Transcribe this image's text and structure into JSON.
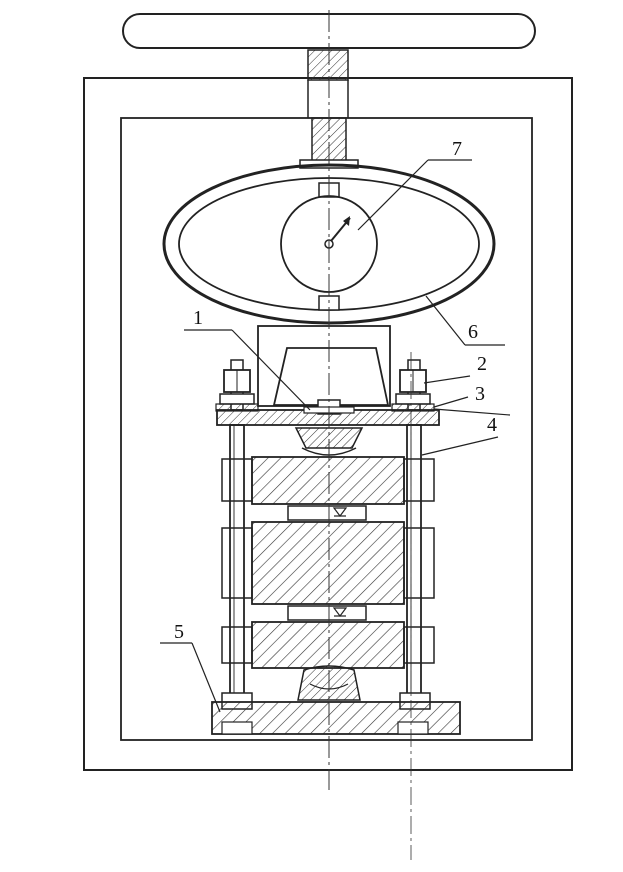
{
  "labels": {
    "l1": "1",
    "l2": "2",
    "l3": "3",
    "l4": "4",
    "l5": "5",
    "l6": "6",
    "l7": "7"
  },
  "colors": {
    "ink": "#222222",
    "paper": "#ffffff"
  }
}
